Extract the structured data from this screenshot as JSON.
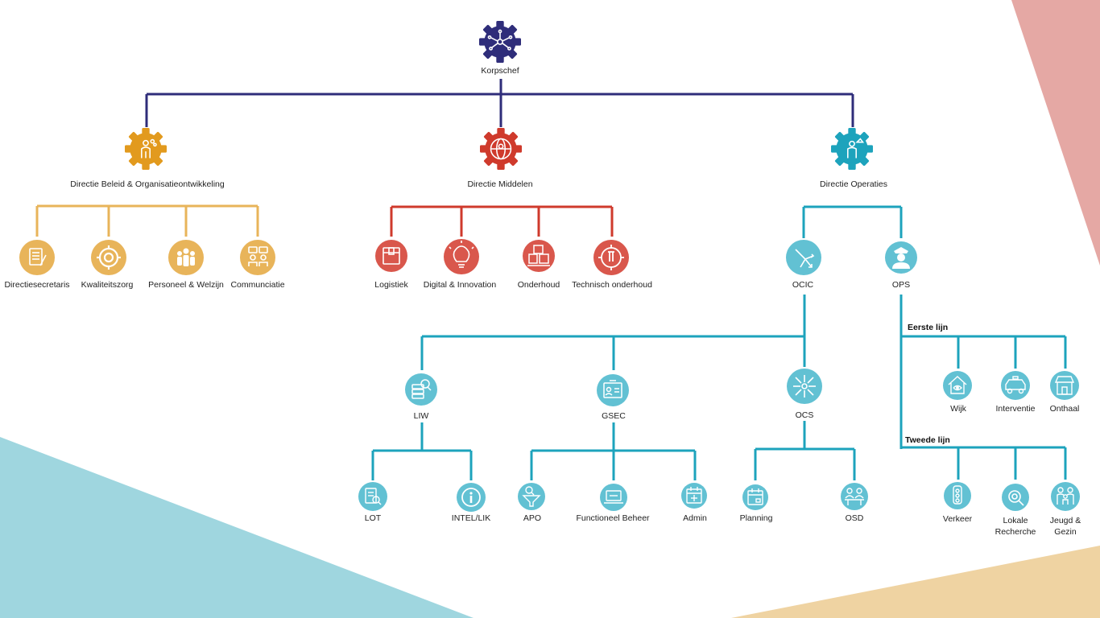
{
  "colors": {
    "navy": "#2f2d7a",
    "orange": "#e29a1e",
    "orange_light": "#e8b45a",
    "red": "#cf3a2c",
    "red_light": "#d9574c",
    "teal": "#1da3bc",
    "teal_light": "#62c1d3",
    "bg_pink": "#e5a8a4",
    "bg_blue": "#9fd6df",
    "bg_sand": "#efd3a2"
  },
  "root": {
    "label": "Korpschef",
    "icon": "network-gear-icon"
  },
  "directions": [
    {
      "label": "Directie Beleid & Organisatieontwikkeling",
      "icon": "person-gear-icon",
      "children": [
        {
          "label": "Directiesecretaris",
          "icon": "document-icon"
        },
        {
          "label": "Kwaliteitszorg",
          "icon": "quality-gear-icon"
        },
        {
          "label": "Personeel & Welzijn",
          "icon": "people-icon"
        },
        {
          "label": "Communciatie",
          "icon": "chat-people-icon"
        }
      ]
    },
    {
      "label": "Directie Middelen",
      "icon": "globe-gear-icon",
      "children": [
        {
          "label": "Logistiek",
          "icon": "box-icon"
        },
        {
          "label": "Digital & Innovation",
          "icon": "lightbulb-icon"
        },
        {
          "label": "Onderhoud",
          "icon": "boxes-icon"
        },
        {
          "label": "Technisch onderhoud",
          "icon": "wrench-gear-icon"
        }
      ]
    },
    {
      "label": "Directie Operaties",
      "icon": "police-person-gear-icon",
      "children": [
        {
          "label": "OCIC",
          "icon": "arrows-split-icon"
        },
        {
          "label": "OPS",
          "icon": "police-officer-icon"
        }
      ]
    }
  ],
  "ocic_units": [
    {
      "label": "LIW",
      "icon": "database-search-icon",
      "children": [
        {
          "label": "LOT",
          "icon": "report-search-icon"
        },
        {
          "label": "INTEL/LIK",
          "icon": "info-icon"
        }
      ]
    },
    {
      "label": "GSEC",
      "icon": "id-card-icon",
      "children": [
        {
          "label": "APO",
          "icon": "funnel-icon"
        },
        {
          "label": "Functioneel Beheer",
          "icon": "laptop-icon"
        },
        {
          "label": "Admin",
          "icon": "calendar-icon"
        }
      ]
    },
    {
      "label": "OCS",
      "icon": "arrows-out-icon",
      "children": [
        {
          "label": "Planning",
          "icon": "planning-icon"
        },
        {
          "label": "OSD",
          "icon": "desk-people-icon"
        }
      ]
    }
  ],
  "ops": {
    "eerste_lijn": {
      "label": "Eerste lijn",
      "children": [
        {
          "label": "Wijk",
          "icon": "house-eye-icon"
        },
        {
          "label": "Interventie",
          "icon": "police-car-icon"
        },
        {
          "label": "Onthaal",
          "icon": "shop-icon"
        }
      ]
    },
    "tweede_lijn": {
      "label": "Tweede lijn",
      "children": [
        {
          "label": "Verkeer",
          "icon": "traffic-light-icon"
        },
        {
          "label": "Lokale Recherche",
          "icon": "magnifier-icon"
        },
        {
          "label": "Jeugd & Gezin",
          "icon": "family-icon"
        }
      ]
    }
  }
}
